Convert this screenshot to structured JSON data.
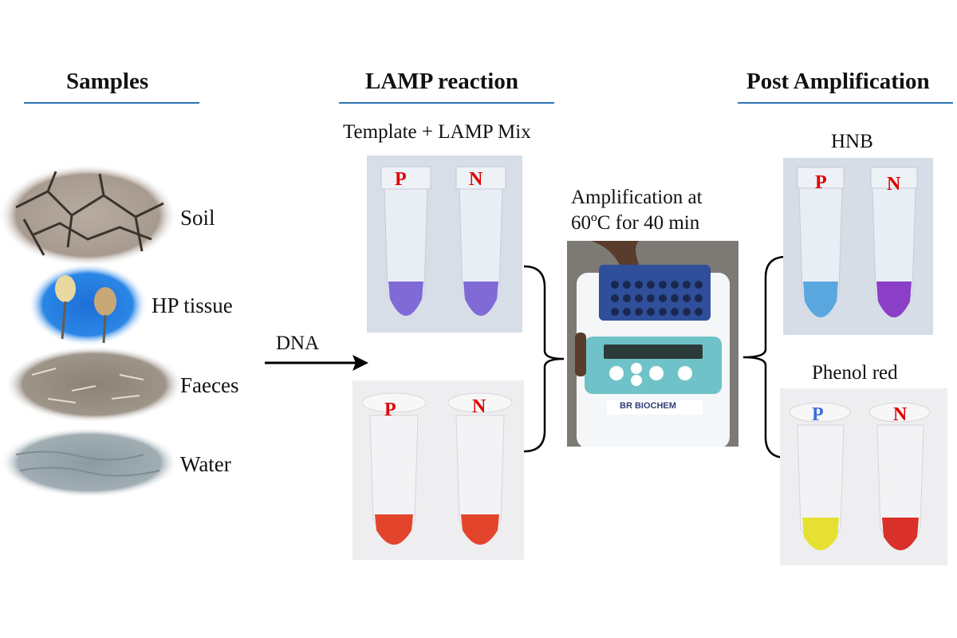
{
  "headings": {
    "samples": "Samples",
    "lamp": "LAMP reaction",
    "post": "Post Amplification"
  },
  "samples": [
    {
      "label": "Soil"
    },
    {
      "label": "HP tissue"
    },
    {
      "label": "Faeces"
    },
    {
      "label": "Water"
    }
  ],
  "arrow_label": "DNA",
  "lamp": {
    "mix_label": "Template + LAMP Mix",
    "positive": "P",
    "negative": "N"
  },
  "incubator": {
    "caption_line1": "Amplification at",
    "caption_line2": "60ºC for 40 min",
    "brand": "BR BIOCHEM"
  },
  "post": {
    "hnb_label": "HNB",
    "phenol_label": "Phenol red",
    "positive": "P",
    "negative": "N"
  },
  "colors": {
    "underline": "#2e74b5",
    "tube_label": "#e00000",
    "lamp_violet": "#7f6ad6",
    "lamp_red": "#e2452c",
    "hnb_positive_blue": "#5aa7e0",
    "hnb_negative_violet": "#8a3fc6",
    "phenol_positive_yellow": "#e6e033",
    "phenol_negative_red": "#d9302a"
  }
}
